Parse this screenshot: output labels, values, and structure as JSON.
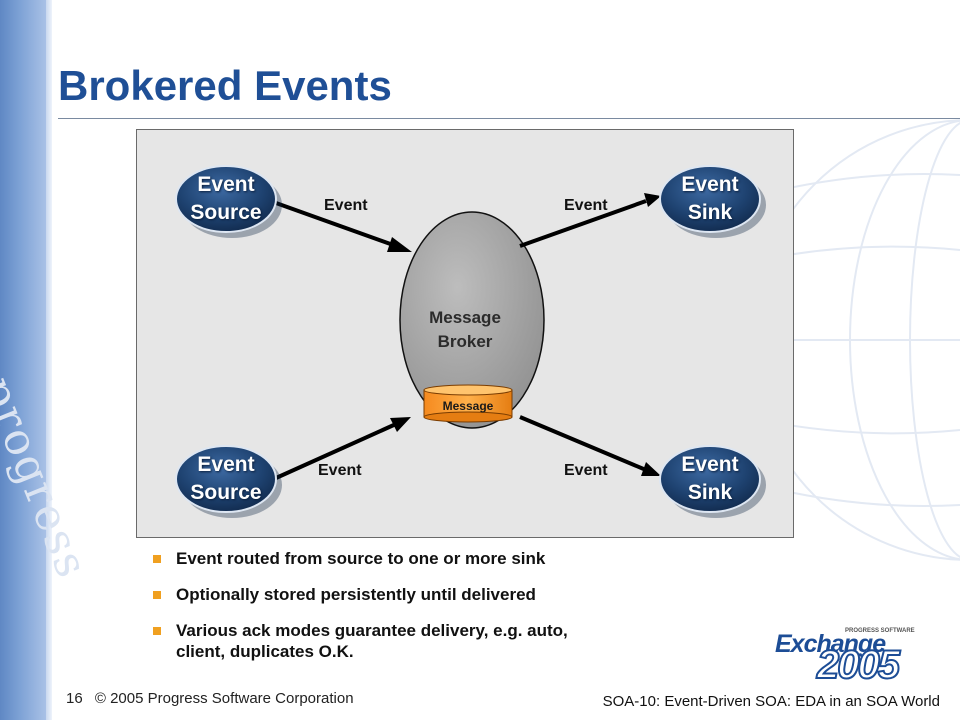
{
  "slide": {
    "title": "Brokered Events",
    "watermark": "www.progress",
    "page_number": "16",
    "copyright": "© 2005 Progress Software Corporation",
    "session": "SOA-10: Event-Driven SOA: EDA in an SOA World"
  },
  "diagram": {
    "sources": [
      {
        "line1": "Event",
        "line2": "Source"
      },
      {
        "line1": "Event",
        "line2": "Source"
      }
    ],
    "sinks": [
      {
        "line1": "Event",
        "line2": "Sink"
      },
      {
        "line1": "Event",
        "line2": "Sink"
      }
    ],
    "edge_labels": [
      "Event",
      "Event",
      "Event",
      "Event"
    ],
    "broker": {
      "line1": "Message",
      "line2": "Broker"
    },
    "message_store": "Message"
  },
  "bullets": [
    {
      "line1": "Event routed from source to one or more sink",
      "line2": ""
    },
    {
      "line1": "Optionally stored persistently until delivered",
      "line2": ""
    },
    {
      "line1": "Various ack modes guarantee delivery, e.g. auto,",
      "line2": "client, duplicates O.K."
    }
  ],
  "logo": {
    "word": "Exchange",
    "tagline": "PROGRESS SOFTWARE",
    "year": "2005"
  },
  "colors": {
    "title": "#1f4f96",
    "node_fill": "#1e4270",
    "broker_fill": "#a8a8a8",
    "message_fill": "#f7941d",
    "bullet": "#f0a020"
  }
}
